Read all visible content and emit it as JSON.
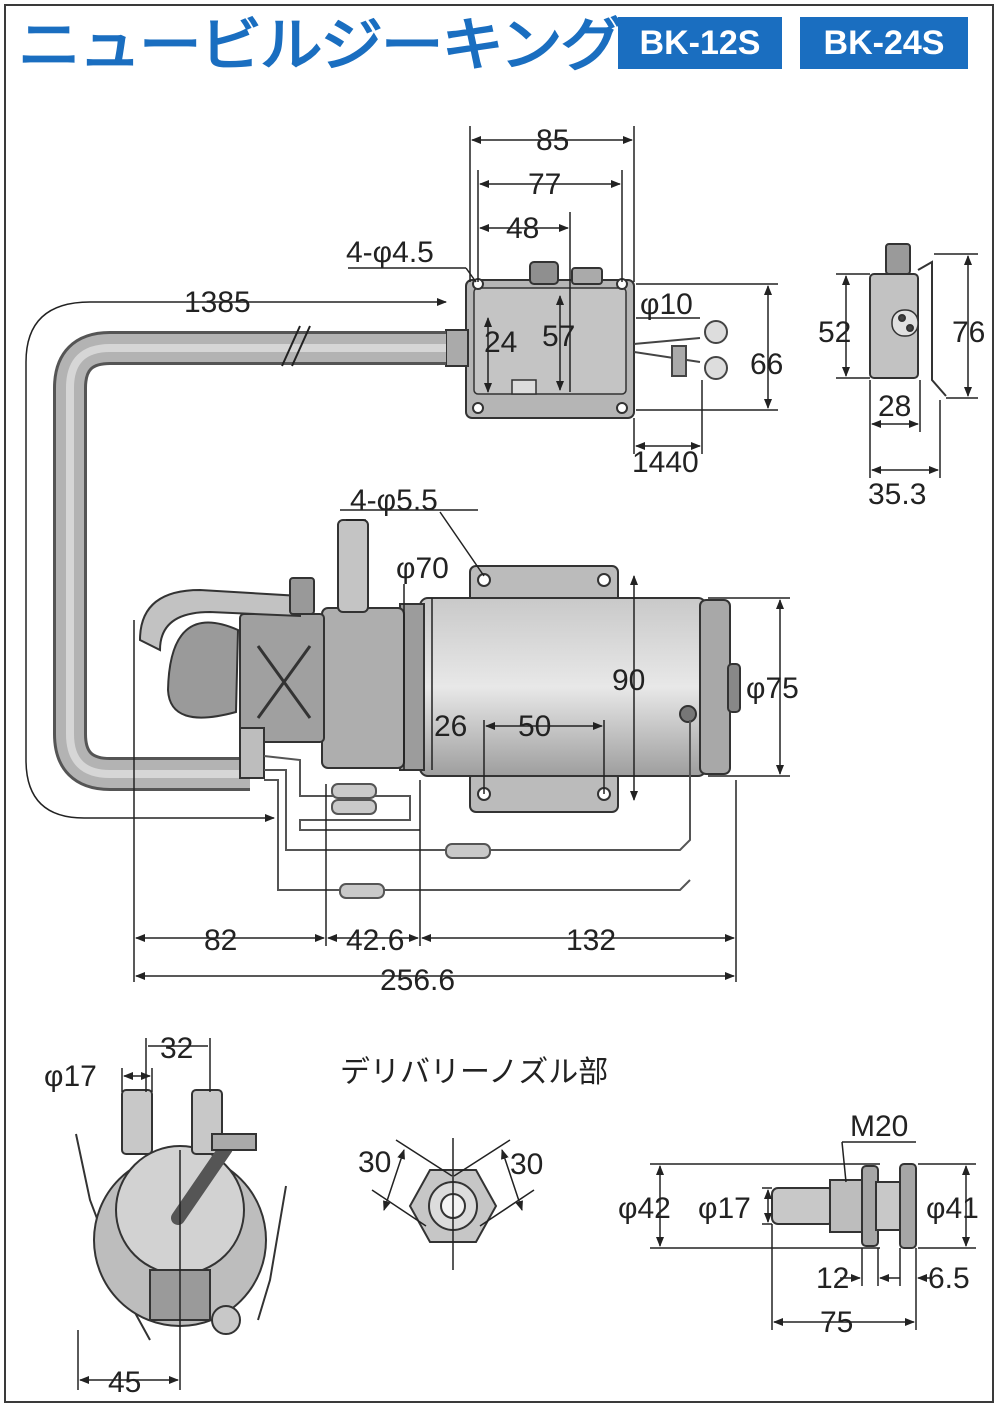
{
  "title": "ニュービルジーキング",
  "models": [
    "BK-12S",
    "BK-24S"
  ],
  "nozzle_section_label": "デリバリーノズル部",
  "dimensions": {
    "controller_width": "85",
    "controller_inner": "77",
    "controller_center": "48",
    "controller_holes": "4-φ4.5",
    "hose_length": "1385",
    "controller_24": "24",
    "controller_57": "57",
    "terminal_dia": "φ10",
    "controller_height": "66",
    "cable_length": "1440",
    "side_52": "52",
    "side_76": "76",
    "side_28": "28",
    "side_353": "35.3",
    "pump_holes": "4-φ5.5",
    "pump_70": "φ70",
    "pump_90": "90",
    "pump_75": "φ75",
    "pump_26": "26",
    "pump_50": "50",
    "len_82": "82",
    "len_426": "42.6",
    "len_132": "132",
    "len_total": "256.6",
    "front_32": "32",
    "front_17": "φ17",
    "front_45": "45",
    "nozzle_30a": "30",
    "nozzle_30b": "30",
    "m20": "M20",
    "d42": "φ42",
    "d17": "φ17",
    "d41": "φ41",
    "n12": "12",
    "n65": "6.5",
    "n75": "75"
  }
}
